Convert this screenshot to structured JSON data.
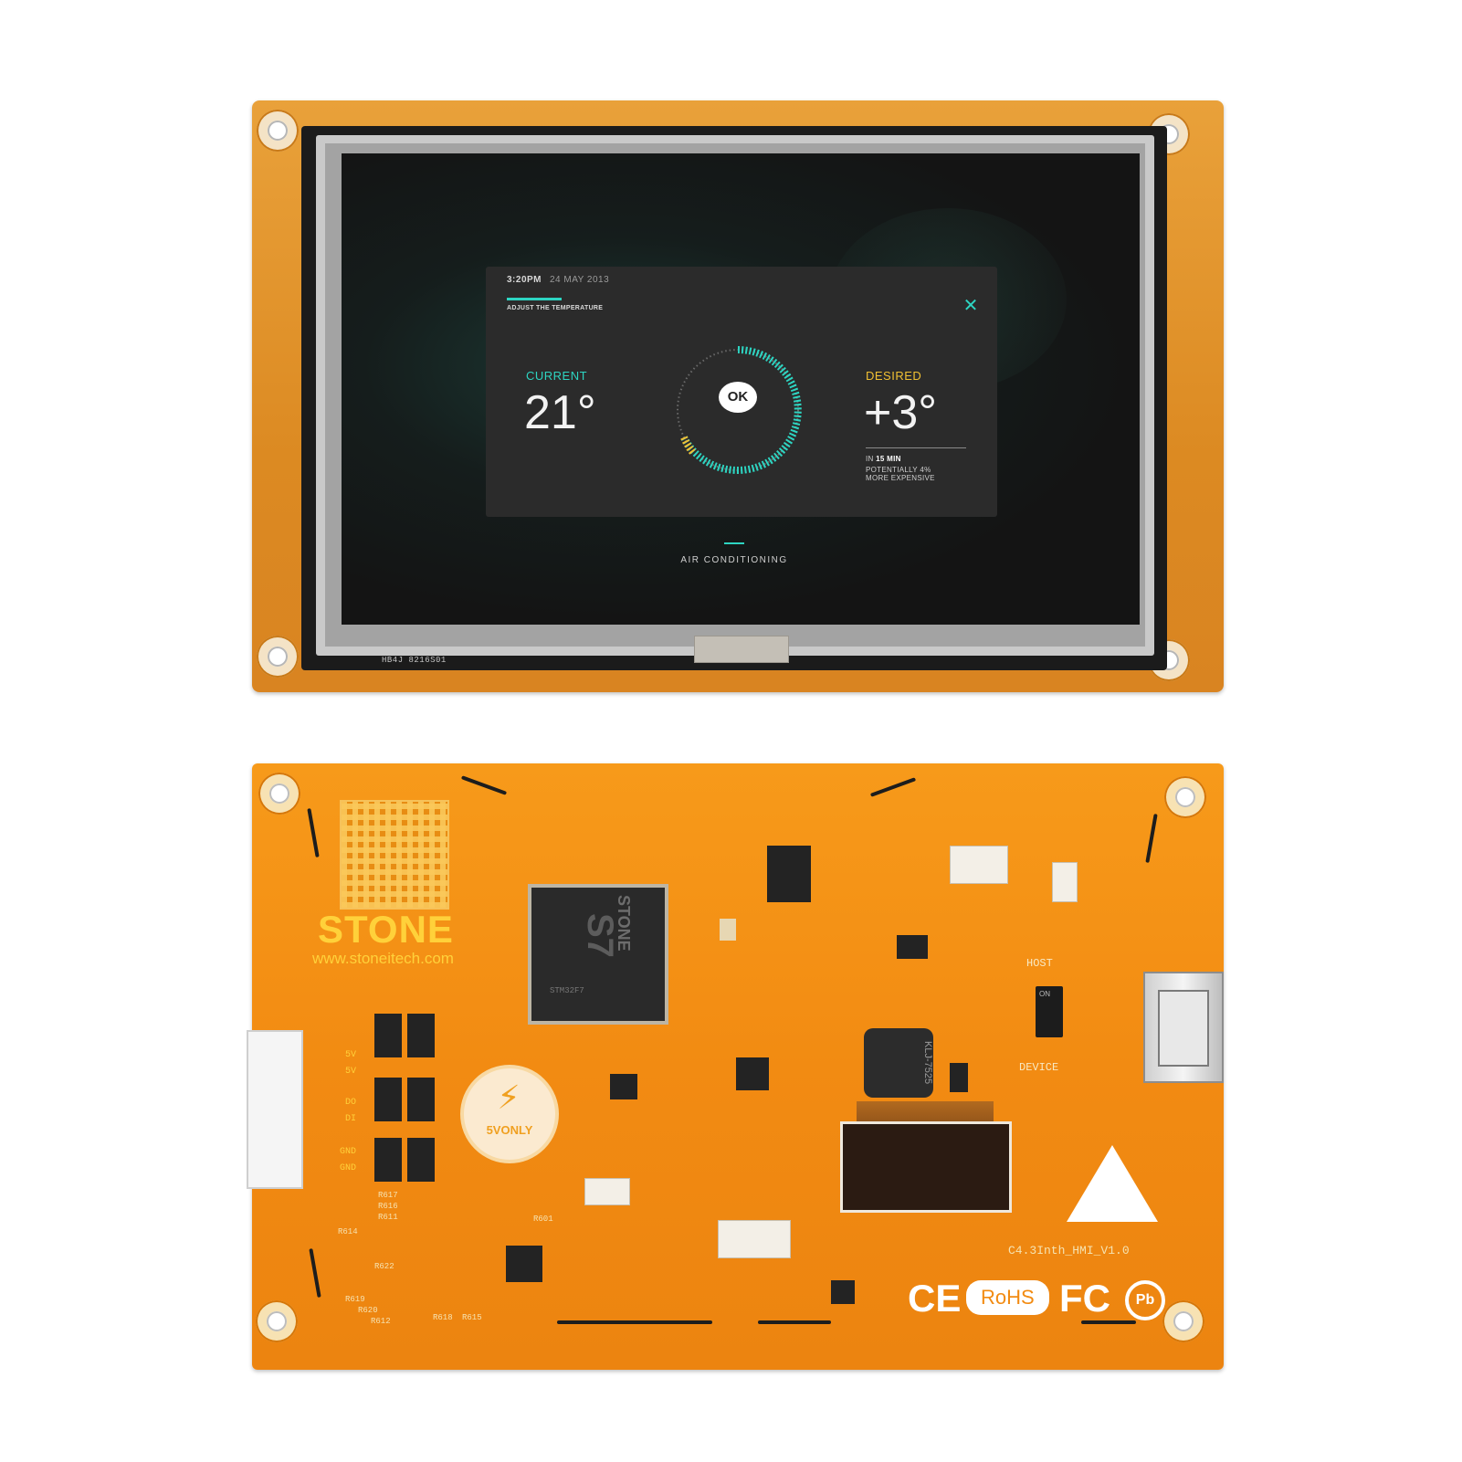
{
  "screen": {
    "time": "3:20PM",
    "date": "24 MAY 2013",
    "subtitle": "ADJUST THE TEMPERATURE",
    "close_icon": "close-icon",
    "current_label": "CURRENT",
    "current_value": "21°",
    "desired_label": "DESIRED",
    "desired_value": "+3°",
    "in_prefix": "IN",
    "in_time": "15 MIN",
    "note_line1": "POTENTIALLY 4%",
    "note_line2": "MORE EXPENSIVE",
    "ok_label": "OK",
    "footer_label": "AIR CONDITIONING",
    "colors": {
      "accent": "#2dd5c2",
      "desired": "#f0c033",
      "panel": "#2b2b2b"
    }
  },
  "front_board": {
    "lcd_code": "HB4J 8216S01"
  },
  "back_board": {
    "brand": "STONE",
    "url": "www.stoneitech.com",
    "chip_brand": "STONE",
    "chip_model": "S7",
    "chip_serial": "STM32F7",
    "five_v_label": "5VONLY",
    "pin_labels": [
      "5V",
      "5V",
      "DO",
      "DI",
      "GND",
      "GND"
    ],
    "host_label": "HOST",
    "device_label": "DEVICE",
    "switch_label": "ON",
    "inductor_label": "KLJ-7525",
    "board_label": "C4.3Inth_HMI_V1.0",
    "resistor_labels": [
      "R617",
      "R616",
      "R611",
      "R614",
      "R622",
      "R619",
      "R620",
      "R612",
      "R618",
      "R615",
      "R601"
    ],
    "certifications": [
      "CE",
      "RoHS",
      "FC",
      "Pb"
    ]
  }
}
